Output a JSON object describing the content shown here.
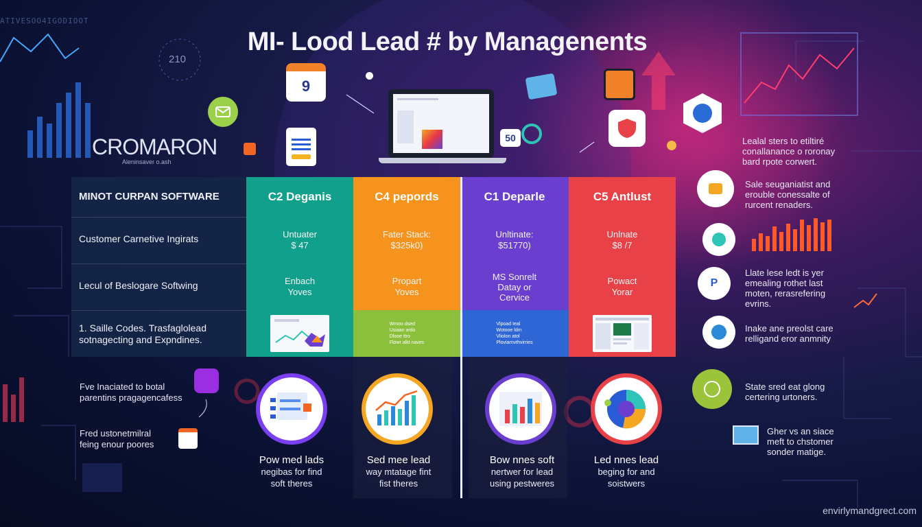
{
  "header": {
    "title": "MI- Lood Lead # by Managenents",
    "bg_code_text": "ATIVESOO4IGODIOOT",
    "bg_number": "210"
  },
  "brand": {
    "name": "CROMARON",
    "tagline": "Aleninsaver o.ash"
  },
  "calendar": {
    "day": "9"
  },
  "badge_number": "50",
  "table": {
    "header_label": "MINOT CURPAN SOFTWARE",
    "row_labels": [
      "Customer Carnetive Ingirats",
      "Lecul of Beslogare Softwing",
      "1. Saille Codes. Trasfaglolead\nsotnagecting and Expndines."
    ],
    "columns": [
      {
        "head": "C2 Deganis",
        "color": "#10a08c",
        "row1": "Untuater\n$ 47",
        "row2": "Enbach\nYoves"
      },
      {
        "head": "C4 pepords",
        "color": "#f5931c",
        "row1": "Fater Stack:\n$325k0)",
        "row2": "Propart\nYoves",
        "list": [
          "Wmoo dsed",
          "Usiaan ardo",
          "Dlooe ttro",
          "Flowr alkt naves"
        ]
      },
      {
        "head": "C1 Deparle",
        "color": "#6a3fd0",
        "row1": "Unltinate:\n$51770)",
        "row2": "MS Sonrelt\nDatay or\nCervice",
        "list": [
          "Vlpoad Ieal",
          "Wotooe ldm",
          "Vliolon atol",
          "Ploviarnvthvirries"
        ]
      },
      {
        "head": "C5 Antlust",
        "color": "#e84248",
        "row1": "Unlnate\n$8 /7",
        "row2": "Powact\nYorar"
      }
    ]
  },
  "bubbles": [
    {
      "head": "Pow med lads",
      "body": "negibas for find\nsoft theres"
    },
    {
      "head": "Sed mee lead",
      "body": "way mtatage fint\nfist theres"
    },
    {
      "head": "Bow nnes soft",
      "body": "nertwer for lead\nusing pestweres"
    },
    {
      "head": "Led nnes lead",
      "body": "beging for and\nsoistwers"
    }
  ],
  "left_notes": [
    "Fve Inaciated to botal\nparentins pragagencafess",
    "Fred ustonetmilral\nfeing enour poores"
  ],
  "right_panel": [
    "Lealal sters to etiltiré\nconallanance o roronay\nbard rpote corwert.",
    "Sale seuganiatist and\nerouble conessalte of\nrurcent renaders.",
    "Llate lese ledt is yer\nemealing rothet last\nmoten, rerasrefering\nevrins.",
    "Inake ane preolst care\nrelligand eror anmnity",
    "State sred eat glong\ncertering urtoners.",
    "Gher vs an siace\nmeft to chstomer\nsonder matige."
  ],
  "footer": {
    "url": "envirlymandgrect.com"
  },
  "colors": {
    "teal": "#10a08c",
    "orange": "#f5931c",
    "purple": "#6a3fd0",
    "red": "#e84248"
  }
}
